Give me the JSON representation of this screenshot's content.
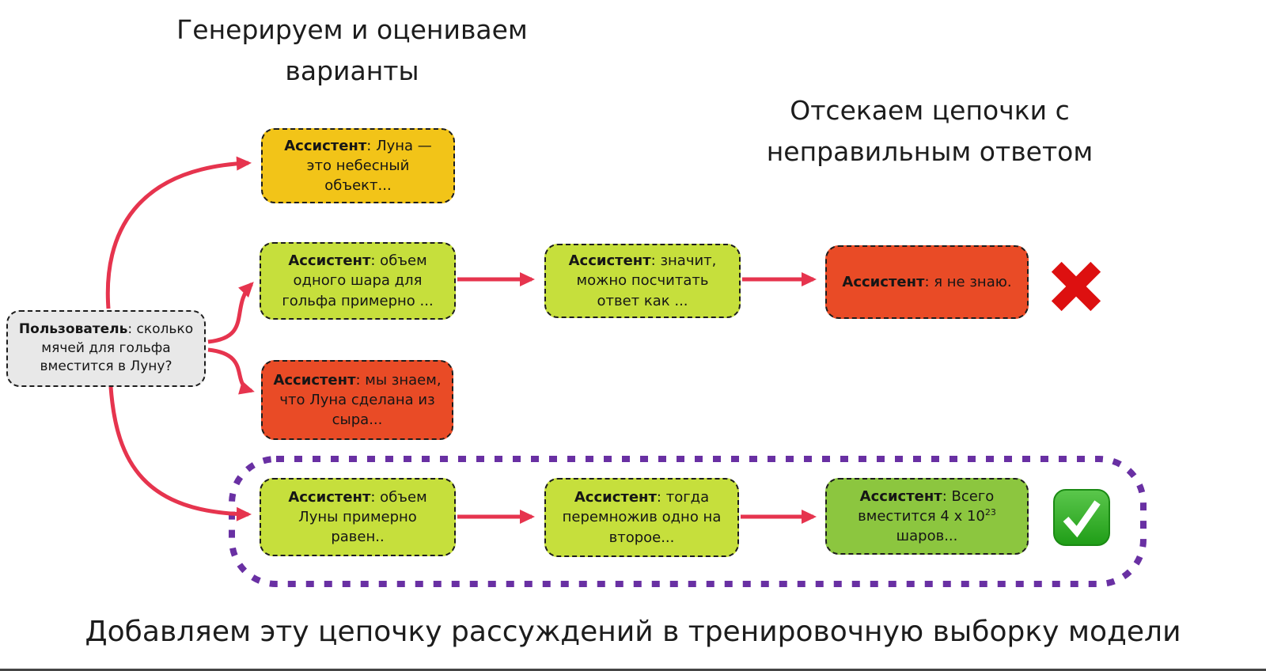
{
  "titles": {
    "generate": "Генерируем и оцениваем варианты",
    "prune": "Отсекаем цепочки с неправильным ответом"
  },
  "caption": "Добавляем эту цепочку рассуждений в тренировочную выборку модели",
  "nodes": {
    "user": {
      "speaker": "Пользователь",
      "text": ": сколько мячей для гольфа вместится в Луну?"
    },
    "moon_object": {
      "speaker": "Ассистент",
      "text": ": Луна — это небесный объект..."
    },
    "chain1_step1": {
      "speaker": "Ассистент",
      "text": ": объем одного шара для гольфа примерно ..."
    },
    "chain1_step2": {
      "speaker": "Ассистент",
      "text": ": значит, можно посчитать ответ как ..."
    },
    "chain1_final": {
      "speaker": "Ассистент",
      "text": ": я не знаю."
    },
    "cheese": {
      "speaker": "Ассистент",
      "text": ": мы знаем, что Луна сделана из сыра..."
    },
    "chain2_step1": {
      "speaker": "Ассистент",
      "text": ": объем Луны примерно равен.."
    },
    "chain2_step2": {
      "speaker": "Ассистент",
      "text": ": тогда перемножив одно на второе..."
    },
    "chain2_final": {
      "speaker": "Ассистент",
      "text_before_sup": ": Всего вместится 4 x 10",
      "sup": "23",
      "text_after_sup": "шаров..."
    }
  },
  "icons": {
    "wrong": "cross-mark-icon",
    "correct": "check-mark-icon"
  },
  "colors": {
    "arrow": "#e6344e",
    "yellow": "#f2c418",
    "lime": "#c6df3c",
    "red": "#e94b26",
    "green": "#8cc63f",
    "gray": "#e8e8e8",
    "purple": "#6930a3",
    "cross": "#dd1010",
    "ink": "#1c1c1c",
    "bottom_bar": "#454545"
  }
}
